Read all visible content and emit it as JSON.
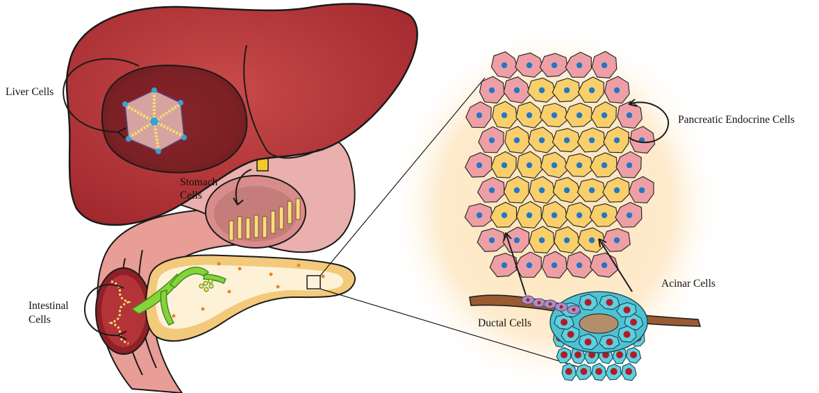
{
  "labels": {
    "liver_cells": "Liver Cells",
    "stomach_cells_line1": "Stomach",
    "stomach_cells_line2": "Cells",
    "intestinal_cells_line1": "Intestinal",
    "intestinal_cells_line2": "Cells",
    "pancreatic_endocrine_cells": "Pancreatic Endocrine Cells",
    "acinar_cells": "Acinar Cells",
    "ductal_cells": "Ductal Cells"
  },
  "colors": {
    "liver": "#b83a3c",
    "liver_dark": "#8a2227",
    "stomach": "#e6a3a1",
    "intestine": "#e79a93",
    "pancreas": "#f3d9a3",
    "duct_green": "#7ccf3a",
    "alpha_cell_pink": "#ee9fa6",
    "beta_cell_yellow": "#f8cf6a",
    "nucleus_blue": "#1f78c8",
    "acinar_cyan": "#5fd0e0",
    "acinar_nucleus": "#b01c26",
    "duct_brown": "#9a5a32",
    "glow": "#fde3b8"
  },
  "icons": [
    "hepatic-lobule-icon",
    "pancreatic-islet-icon",
    "acinus-icon"
  ]
}
